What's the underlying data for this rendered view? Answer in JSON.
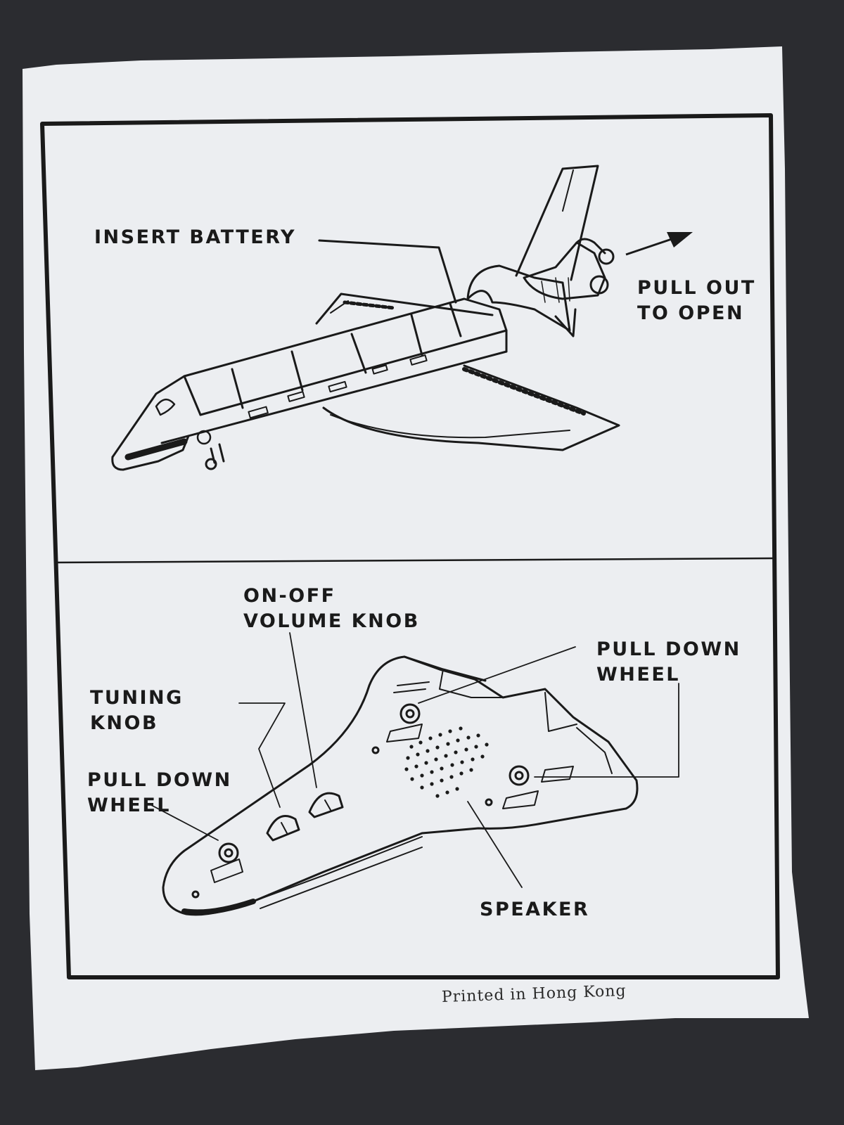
{
  "sheet": {
    "printer_note": "Printed in Hong Kong",
    "paper_color": "#eceef1",
    "ink_color": "#1a1a1a",
    "background_color": "#2b2c30"
  },
  "panel_top": {
    "labels": {
      "insert_battery": "INSERT BATTERY",
      "pull_out_line1": "PULL OUT",
      "pull_out_line2": "TO OPEN"
    }
  },
  "panel_bottom": {
    "labels": {
      "on_off_line1": "ON-OFF",
      "on_off_line2": "VOLUME KNOB",
      "tuning_line1": "TUNING",
      "tuning_line2": "KNOB",
      "pull_down_left_line1": "PULL DOWN",
      "pull_down_left_line2": "WHEEL",
      "pull_down_right_line1": "PULL DOWN",
      "pull_down_right_line2": "WHEEL",
      "speaker": "SPEAKER"
    }
  }
}
